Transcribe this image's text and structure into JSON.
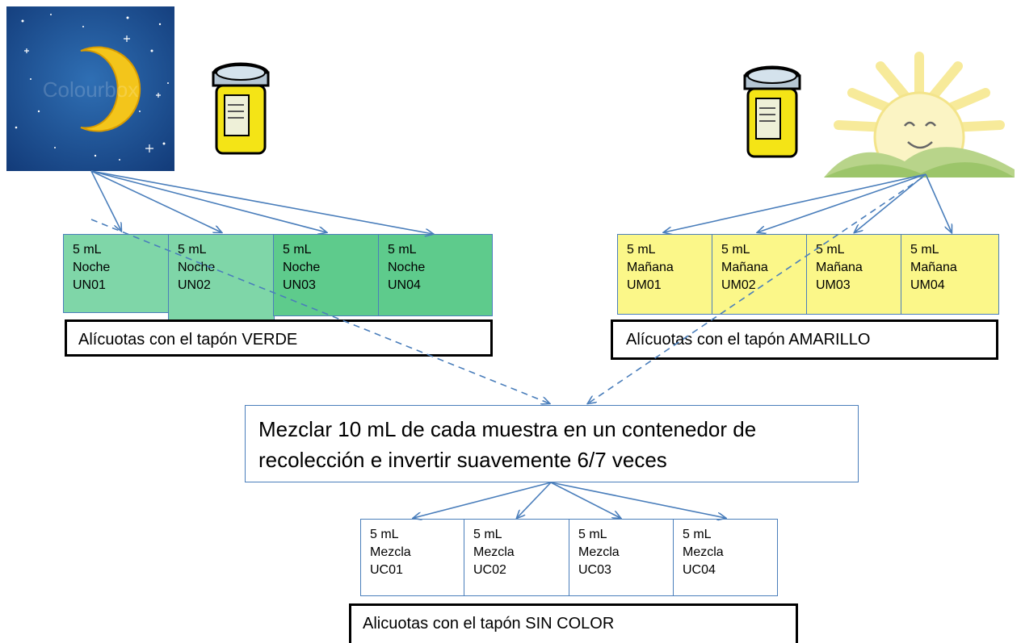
{
  "night_panel": {
    "watermark": "Colourbox"
  },
  "night_group": {
    "aliquots": [
      {
        "volume": "5 mL",
        "type": "Noche",
        "code": "UN01"
      },
      {
        "volume": "5 mL",
        "type": "Noche",
        "code": "UN02"
      },
      {
        "volume": "5 mL",
        "type": "Noche",
        "code": "UN03"
      },
      {
        "volume": "5 mL",
        "type": "Noche",
        "code": "UN04"
      }
    ],
    "label": "Alícuotas con el tapón VERDE",
    "colors": {
      "light": "#7fd6a8",
      "dark": "#5ecb8c"
    }
  },
  "morning_group": {
    "aliquots": [
      {
        "volume": "5 mL",
        "type": "Mañana",
        "code": "UM01"
      },
      {
        "volume": "5 mL",
        "type": "Mañana",
        "code": "UM02"
      },
      {
        "volume": "5 mL",
        "type": "Mañana",
        "code": "UM03"
      },
      {
        "volume": "5 mL",
        "type": "Mañana",
        "code": "UM04"
      }
    ],
    "label": "Alícuotas con el tapón AMARILLO",
    "colors": {
      "fill": "#fbf789"
    }
  },
  "mix_step": {
    "line1": "Mezclar 10 mL de cada muestra en un contenedor de",
    "line2": "recolección e invertir suavemente 6/7 veces"
  },
  "mix_group": {
    "aliquots": [
      {
        "volume": "5 mL",
        "type": "Mezcla",
        "code": "UC01"
      },
      {
        "volume": "5 mL",
        "type": "Mezcla",
        "code": "UC02"
      },
      {
        "volume": "5 mL",
        "type": "Mezcla",
        "code": "UC03"
      },
      {
        "volume": "5 mL",
        "type": "Mezcla",
        "code": "UC04"
      }
    ],
    "label": "Alicuotas con el tapón SIN COLOR"
  },
  "arrow_color": "#4a7ebb"
}
